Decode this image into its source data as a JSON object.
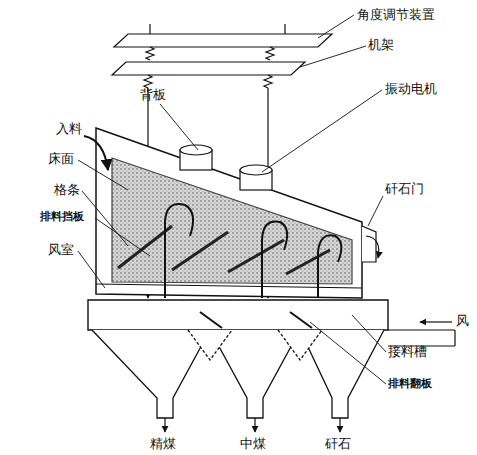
{
  "diagram": {
    "labels": [
      "角度调节装置",
      "机架",
      "振动电机",
      "背板",
      "入料",
      "床面",
      "矸石门",
      "格条",
      "排料挡板",
      "风室",
      "风",
      "接料槽",
      "排料翻板",
      "精煤",
      "中煤",
      "矸石"
    ]
  }
}
